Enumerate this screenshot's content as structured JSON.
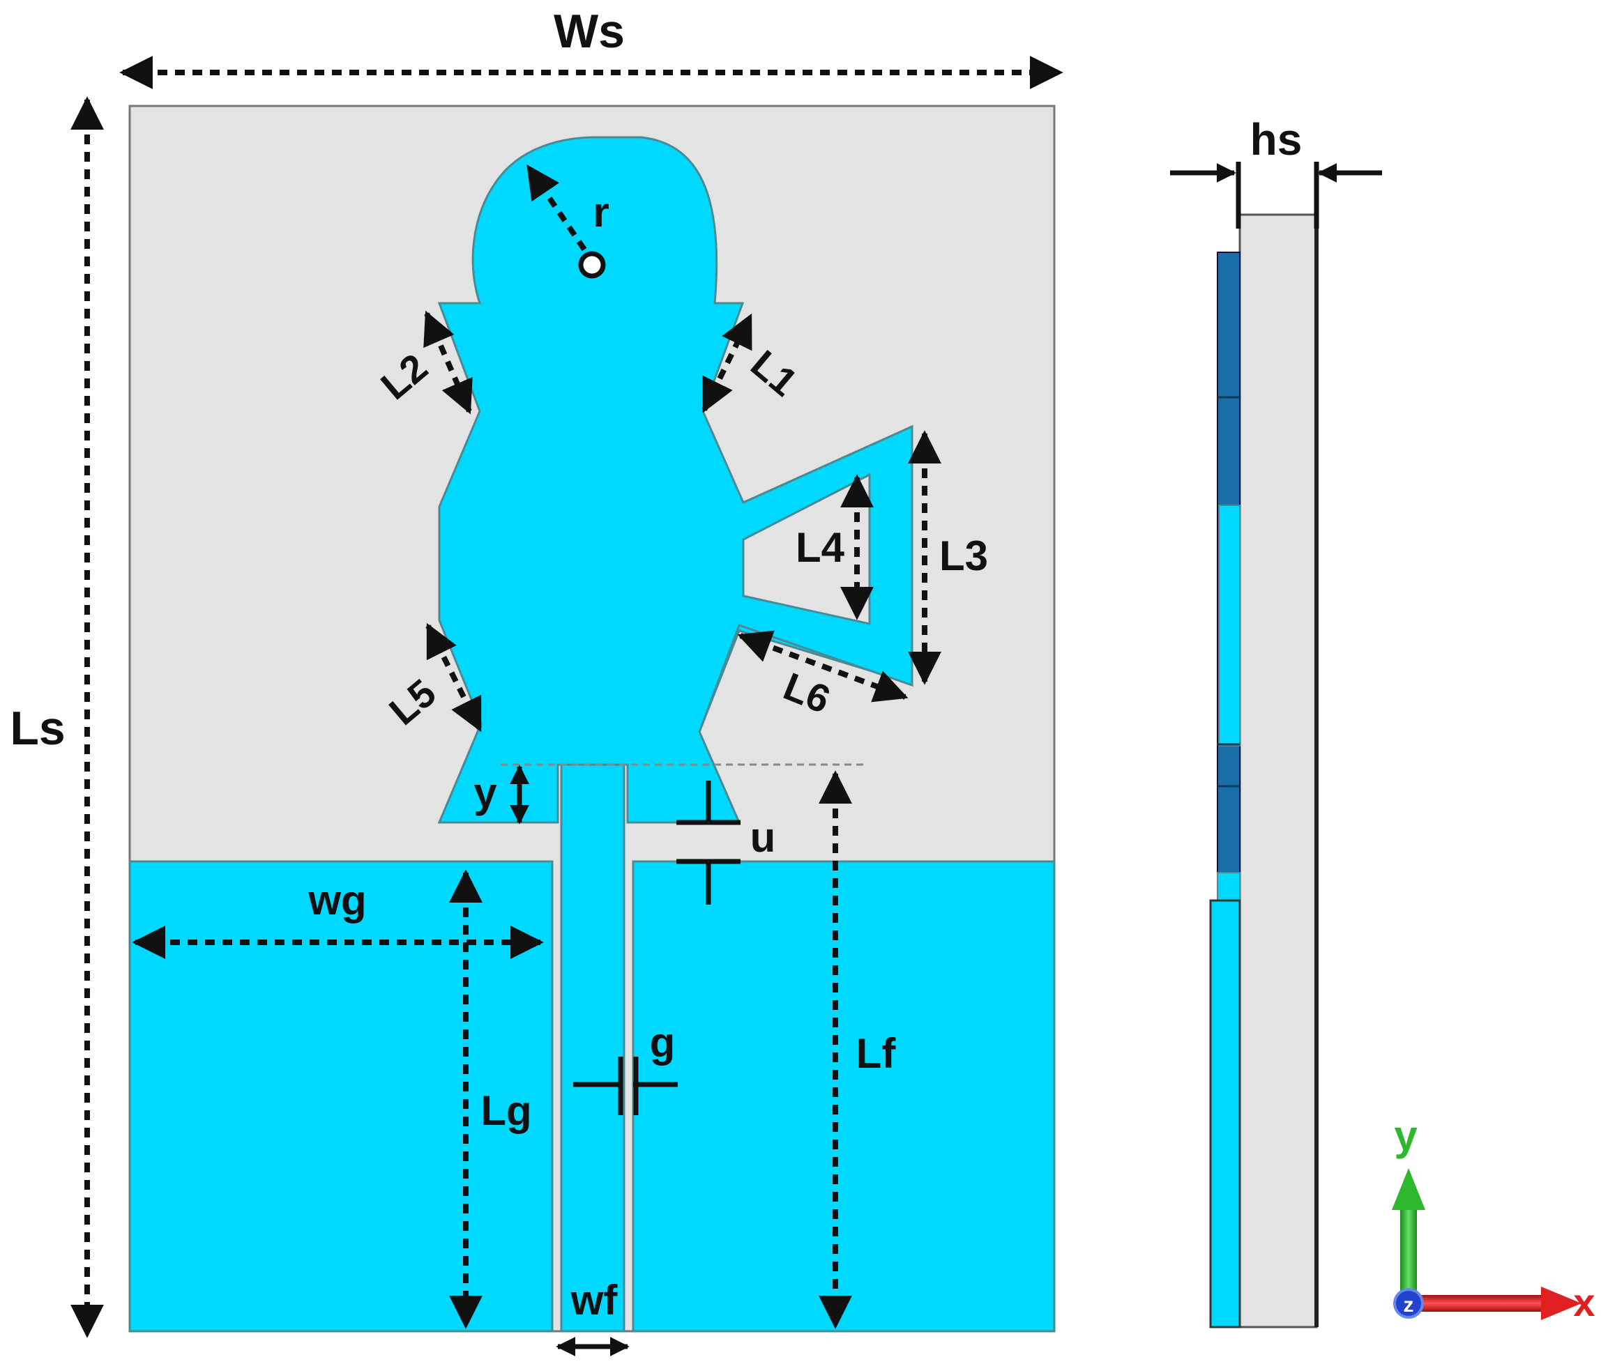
{
  "labels": {
    "Ws": "Ws",
    "Ls": "Ls",
    "hs": "hs",
    "r": "r",
    "L1": "L1",
    "L2": "L2",
    "L3": "L3",
    "L4": "L4",
    "L5": "L5",
    "L6": "L6",
    "y": "y",
    "u": "u",
    "wg": "wg",
    "Lg": "Lg",
    "g": "g",
    "Lf": "Lf",
    "wf": "wf"
  },
  "axes": {
    "y": "y",
    "x": "x",
    "z": "z"
  },
  "colors": {
    "substrate": "#e3e3e3",
    "copper": "#00d9ff",
    "copper_dark": "#1a6fa8",
    "axis_y": "#2db82d",
    "axis_x": "#e02020",
    "axis_z": "#2244cc"
  }
}
